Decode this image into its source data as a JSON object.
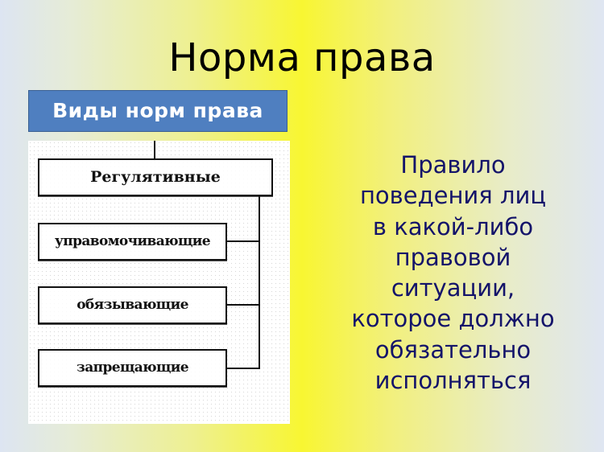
{
  "slide": {
    "title": "Норма права",
    "colors": {
      "background_edge": "#dfe6f2",
      "background_center": "#f8f632",
      "header_box": "#4f7fc0",
      "definition_text": "#14146a",
      "title_text": "#000000"
    }
  },
  "diagram": {
    "header": "Виды норм права",
    "root": "Регулятивные",
    "children": [
      "управомочивающие",
      "обязывающие",
      "запрещающие"
    ]
  },
  "definition": {
    "lines": [
      "Правило",
      "поведения лиц",
      "в какой-либо",
      "правовой",
      "ситуации,",
      "которое должно",
      "обязательно",
      "исполняться"
    ]
  }
}
